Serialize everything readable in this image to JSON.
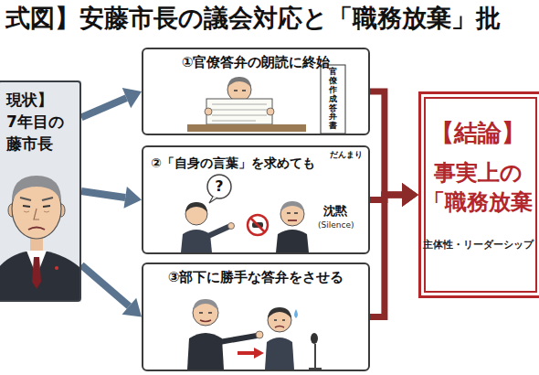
{
  "diagram": {
    "title": "式図】安藤市長の議会対応と「職務放棄」批",
    "nodes": [
      {
        "text": [
          "現状】 7年目の 藤市長"
        ]
      },
      {
        "text": [
          "①官僚答弁の朗読に終始"
        ]
      },
      {
        "text": [
          "②「自身の言葉」を求めても",
          "だんまり"
        ]
      },
      {
        "text": [
          "③部下に勝手な答弁をさせる"
        ]
      },
      {
        "text": [
          "【結論】",
          "事実上の 「職務放棄",
          "主体性・リーダーシップ"
        ]
      }
    ],
    "edges": [
      {
        "from": 0,
        "to": 1,
        "arrow": "to"
      },
      {
        "from": 0,
        "to": 2,
        "arrow": "to"
      },
      {
        "from": 0,
        "to": 3,
        "arrow": "to"
      },
      {
        "from": 1,
        "to": 4,
        "arrow": "to"
      },
      {
        "from": 2,
        "to": 4,
        "arrow": "to"
      },
      {
        "from": 3,
        "to": 4,
        "arrow": "to"
      }
    ],
    "labels": [
      "官僚作成答弁書",
      "?",
      "沈黙",
      "(Silence)"
    ]
  }
}
